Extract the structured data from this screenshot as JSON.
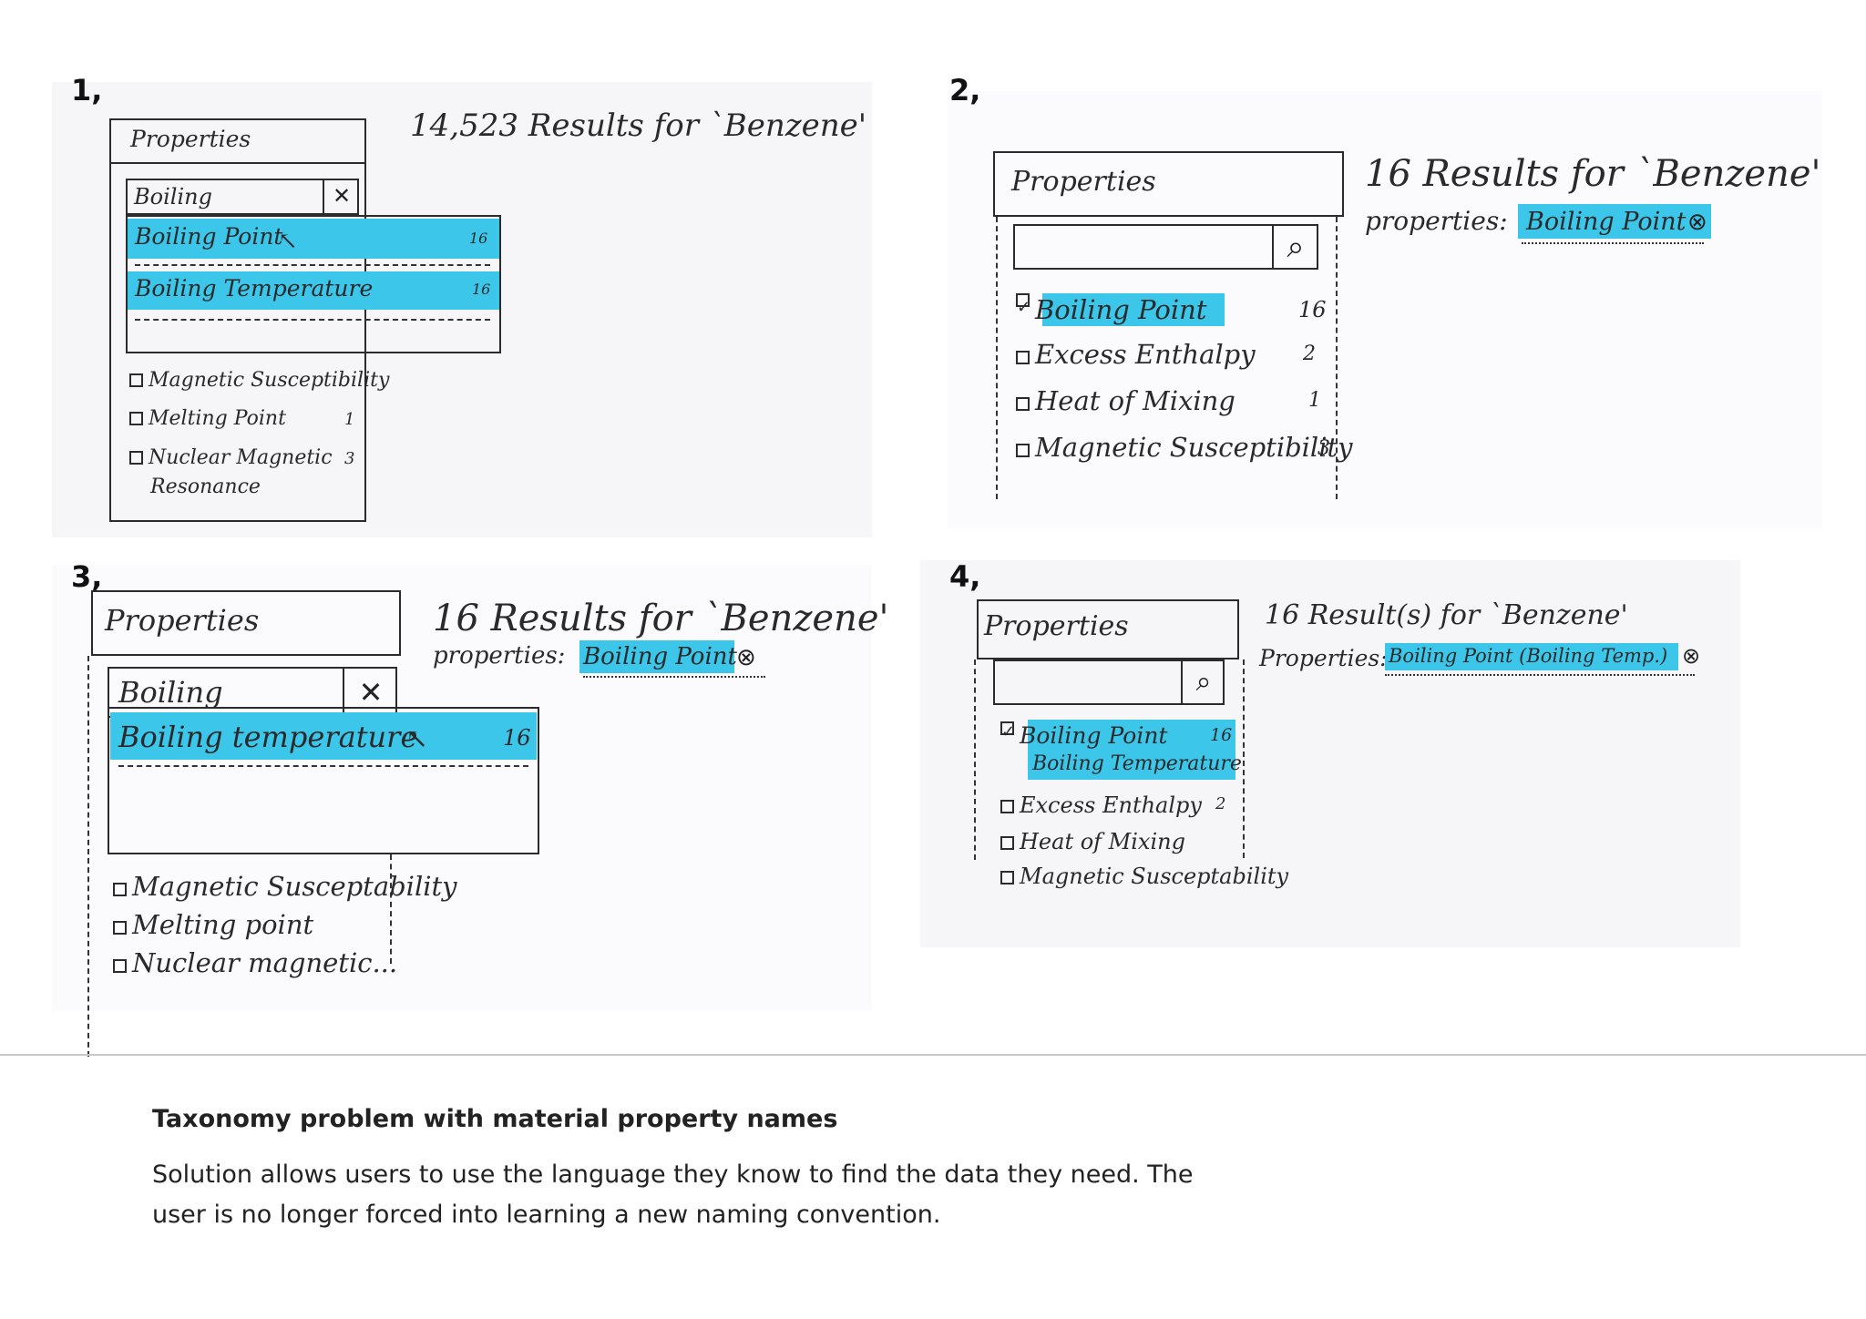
{
  "panels": [
    {
      "number": "1,",
      "results": "14,523 Results for `Benzene'",
      "properties_title": "Properties",
      "search_value": "Boiling",
      "suggestions": [
        {
          "label": "Boiling Point",
          "count": "16"
        },
        {
          "label": "Boiling Temperature",
          "count": "16"
        }
      ],
      "items": [
        {
          "label": "Magnetic Susceptibility",
          "count": ""
        },
        {
          "label": "Melting Point",
          "count": "1"
        },
        {
          "label": "Nuclear Magnetic",
          "label2": "Resonance",
          "count": "3"
        }
      ]
    },
    {
      "number": "2,",
      "results": "16 Results for `Benzene'",
      "filter_label": "properties:",
      "filter_value": "Boiling Point",
      "properties_title": "Properties",
      "items": [
        {
          "label": "Boiling Point",
          "count": "16",
          "checked": true
        },
        {
          "label": "Excess Enthalpy",
          "count": "2",
          "checked": false
        },
        {
          "label": "Heat of Mixing",
          "count": "1",
          "checked": false
        },
        {
          "label": "Magnetic Susceptibility",
          "count": "3",
          "checked": false
        }
      ]
    },
    {
      "number": "3,",
      "results": "16 Results for `Benzene'",
      "filter_label": "properties:",
      "filter_value": "Boiling Point",
      "properties_title": "Properties",
      "search_value": "Boiling",
      "suggestions": [
        {
          "label": "Boiling temperature",
          "count": "16"
        }
      ],
      "items": [
        {
          "label": "Magnetic Susceptability"
        },
        {
          "label": "Melting point"
        },
        {
          "label": "Nuclear magnetic..."
        }
      ]
    },
    {
      "number": "4,",
      "results": "16 Result(s) for `Benzene'",
      "filter_label": "Properties:",
      "filter_value": "Boiling Point (Boiling Temp.)",
      "properties_title": "Properties",
      "items": [
        {
          "label": "Boiling Point",
          "label2": "Boiling Temperature",
          "count": "16",
          "checked": true
        },
        {
          "label": "Excess Enthalpy",
          "count": "2",
          "checked": false
        },
        {
          "label": "Heat of Mixing",
          "count": "",
          "checked": false
        },
        {
          "label": "Magnetic Susceptability",
          "count": "",
          "checked": false
        }
      ]
    }
  ],
  "caption": {
    "title": "Taxonomy problem with material property names",
    "body": "Solution allows users to use the language they know to find the data they need. The user is no longer forced into learning a new naming convention."
  },
  "icons": {
    "clear": "✕",
    "remove": "⊗",
    "search": "⌕",
    "cursor": "↖"
  },
  "colors": {
    "highlight": "#3cc6ea"
  }
}
